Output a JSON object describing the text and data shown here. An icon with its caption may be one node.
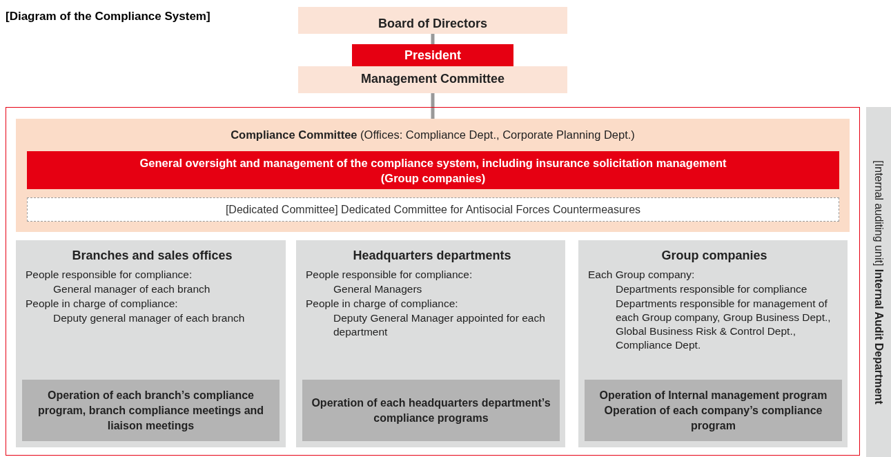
{
  "diagram": {
    "title": "[Diagram of the Compliance System]",
    "nodes": [
      {
        "text": [
          "Board of Directors"
        ]
      },
      {
        "text": [
          "President"
        ]
      },
      {
        "text": [
          "Management Committee"
        ]
      },
      {
        "text": [],
        "shape": "box"
      },
      {
        "text": [
          "**Compliance Committee** (Offices: Compliance Dept., Corporate Planning Dept.)"
        ],
        "in": 3
      },
      {
        "text": [
          "General oversight and management of the compliance system, including insurance solicitation management",
          "(Group companies)"
        ],
        "in": 4
      },
      {
        "text": [
          "[Dedicated Committee] Dedicated Committee for Antisocial Forces Countermeasures"
        ],
        "in": 4
      },
      {
        "text": [
          "Branches and sales offices",
          "People responsible for compliance:",
          "General manager of each branch",
          "People in charge of compliance:",
          "Deputy general manager of each branch"
        ],
        "in": 3
      },
      {
        "text": [
          "Operation of each branch’s compliance program, branch compliance meetings and liaison meetings"
        ],
        "in": 7
      },
      {
        "text": [
          "Headquarters departments",
          "People responsible for compliance:",
          "General Managers",
          "People in charge of compliance:",
          "Deputy General Manager appointed for each department"
        ],
        "in": 3
      },
      {
        "text": [
          "Operation of each headquarters department’s compliance programs"
        ],
        "in": 9
      },
      {
        "text": [
          "Group companies",
          "Each Group company:",
          "Departments responsible for compliance",
          "Departments responsible for management of each Group company, Group Business Dept., Global Business Risk & Control Dept., Compliance Dept."
        ],
        "in": 3
      },
      {
        "text": [
          "Operation of Internal management program",
          "Operation of each company’s compliance program"
        ],
        "in": 11
      },
      {
        "text": [
          "[Internal auditing unit] **Internal Audit Department**"
        ]
      }
    ],
    "edges": [
      {
        "from": 0,
        "to": 1,
        "arrow": "none"
      },
      {
        "from": 2,
        "to": 4,
        "arrow": "none"
      }
    ]
  }
}
